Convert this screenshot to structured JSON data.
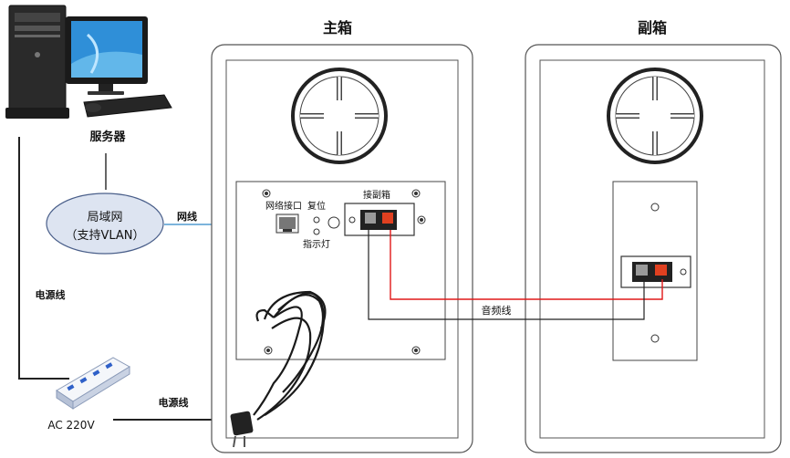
{
  "main_speaker": {
    "title": "主箱",
    "network_port_label": "网络接口",
    "reset_label": "复位",
    "indicator_label": "指示灯",
    "sub_connector_label": "接副箱"
  },
  "sub_speaker": {
    "title": "副箱"
  },
  "server": {
    "label": "服务器"
  },
  "lan": {
    "line1": "局域网",
    "line2": "（支持VLAN）"
  },
  "cables": {
    "network_cable": "网线",
    "audio_cable": "音频线",
    "power_cable_left": "电源线",
    "power_cable_bottom": "电源线"
  },
  "power_strip": {
    "label": "AC 220V"
  },
  "colors": {
    "network_cable": "#2f87c8",
    "audio_red": "#e01818",
    "line": "#222222",
    "lan_fill": "#dde4f1",
    "lan_stroke": "#4a5f8a"
  }
}
